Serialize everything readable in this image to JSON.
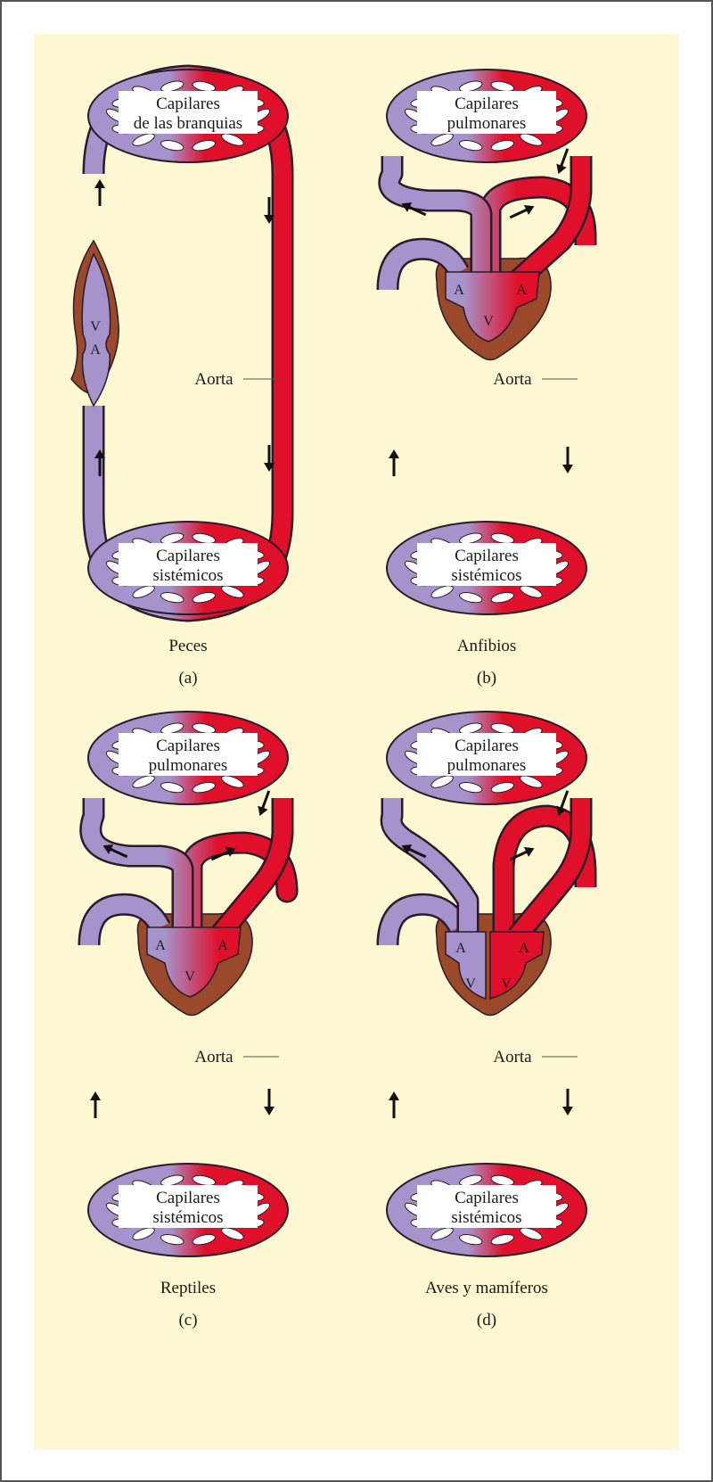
{
  "colors": {
    "background": "#fdf8d2",
    "deoxygenated": "#a793cb",
    "oxygenated": "#e0102a",
    "heart_tissue": "#9a4a2a",
    "outline": "#2a1a2a"
  },
  "aorta_label": "Aorta",
  "panels": [
    {
      "name": "Peces",
      "letter": "(a)",
      "capillary_top": [
        "Capilares",
        "de las branquias"
      ],
      "capillary_bottom": [
        "Capilares",
        "sistémicos"
      ],
      "heart_labels": [
        "V",
        "A"
      ]
    },
    {
      "name": "Anfibios",
      "letter": "(b)",
      "capillary_top": [
        "Capilares",
        "pulmonares"
      ],
      "capillary_bottom": [
        "Capilares",
        "sistémicos"
      ],
      "heart_labels": [
        "A",
        "A",
        "V"
      ]
    },
    {
      "name": "Reptiles",
      "letter": "(c)",
      "capillary_top": [
        "Capilares",
        "pulmonares"
      ],
      "capillary_bottom": [
        "Capilares",
        "sistémicos"
      ],
      "heart_labels": [
        "A",
        "A",
        "V"
      ]
    },
    {
      "name": "Aves y mamíferos",
      "letter": "(d)",
      "capillary_top": [
        "Capilares",
        "pulmonares"
      ],
      "capillary_bottom": [
        "Capilares",
        "sistémicos"
      ],
      "heart_labels": [
        "A",
        "V",
        "A",
        "V"
      ]
    }
  ]
}
